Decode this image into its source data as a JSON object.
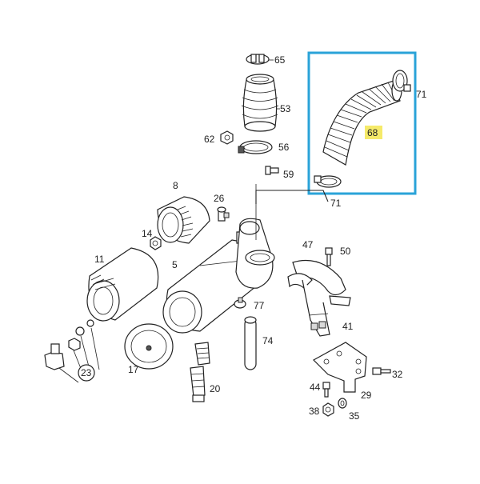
{
  "diagram": {
    "highlight_color": "#2aa3d8",
    "highlight_label_bg": "#f5ea6a",
    "labels": {
      "p65": "65",
      "p53": "53",
      "p62": "62",
      "p56": "56",
      "p59": "59",
      "p68": "68",
      "p71a": "71",
      "p71b": "71",
      "p8": "8",
      "p26": "26",
      "p14": "14",
      "p11": "11",
      "p5": "5",
      "p47": "47",
      "p50": "50",
      "p77": "77",
      "p74": "74",
      "p41": "41",
      "p17": "17",
      "p23": "23",
      "p20": "20",
      "p32": "32",
      "p44": "44",
      "p29": "29",
      "p38": "38",
      "p35": "35"
    }
  }
}
